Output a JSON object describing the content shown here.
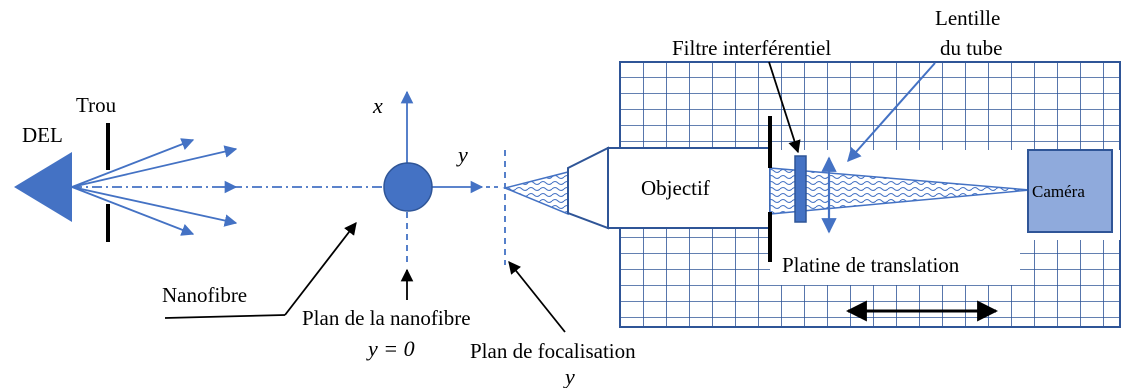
{
  "labels": {
    "led": "DEL",
    "pinhole": "Trou",
    "nanofibre": "Nanofibre",
    "nanofibre_plane": "Plan de la nanofibre",
    "nanofibre_plane_eq": "y = 0",
    "focal_plane": "Plan de focalisation",
    "focal_plane_var": "y",
    "objective": "Objectif",
    "filter": "Filtre interférentiel",
    "tube_lens_line1": "Lentille",
    "tube_lens_line2": "du tube",
    "camera": "Caméra",
    "stage": "Platine de translation",
    "axis_x": "x",
    "axis_y": "y"
  },
  "colors": {
    "blue": "#4472c4",
    "dark_blue": "#2f5597",
    "camera_fill": "#8faadc",
    "line": "#000000"
  }
}
